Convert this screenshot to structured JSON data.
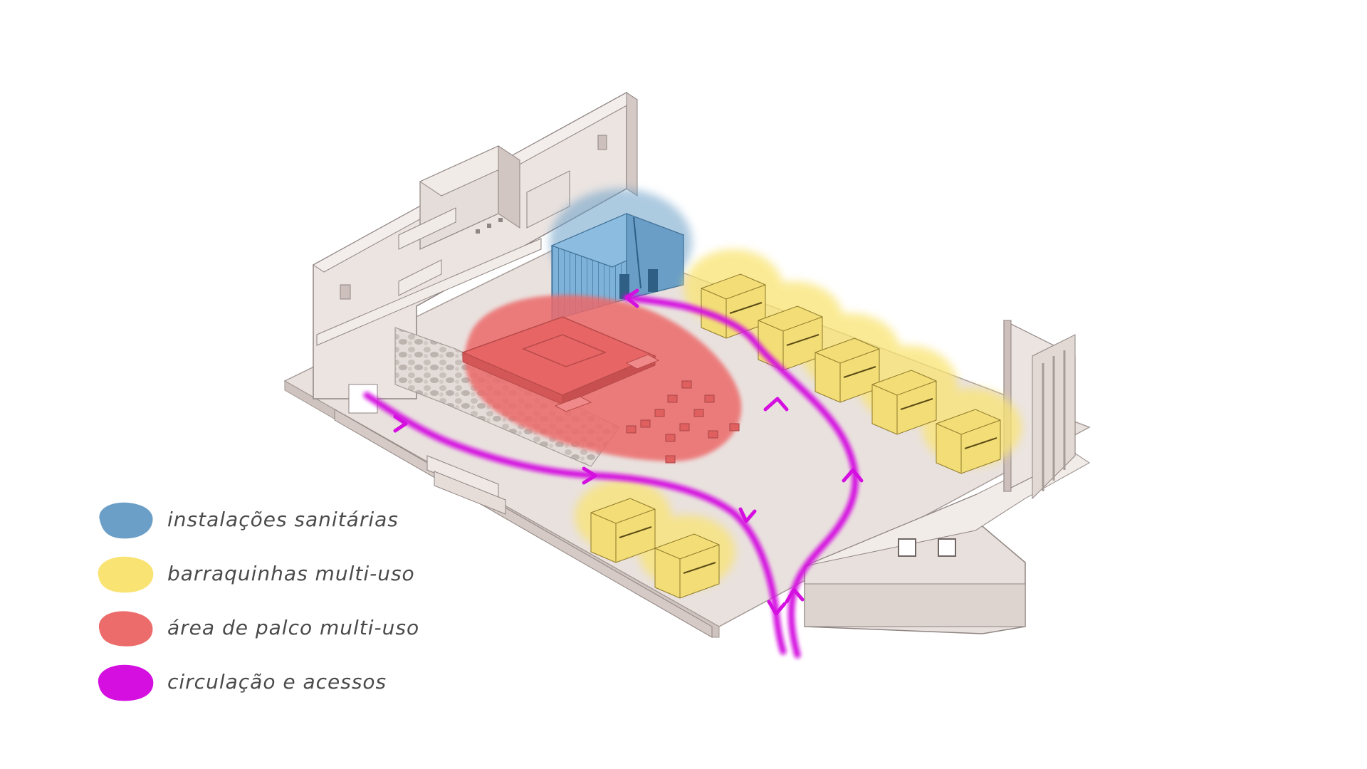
{
  "colors": {
    "sanitary": "#6b9fc7",
    "stalls": "#f9e473",
    "stage": "#ec6b6b",
    "circulation": "#d40fe0",
    "building": "#eae2df",
    "building_shadow": "#cdbfbb",
    "building_edge": "#8f8582"
  },
  "legend": {
    "items": [
      {
        "key": "sanitary",
        "label": "instalações sanitárias",
        "color": "#6b9fc7"
      },
      {
        "key": "stalls",
        "label": "barraquinhas multi-uso",
        "color": "#f9e473"
      },
      {
        "key": "stage",
        "label": "área de palco multi-uso",
        "color": "#ec6b6b"
      },
      {
        "key": "circulation",
        "label": "circulação e acessos",
        "color": "#d40fe0"
      }
    ]
  }
}
